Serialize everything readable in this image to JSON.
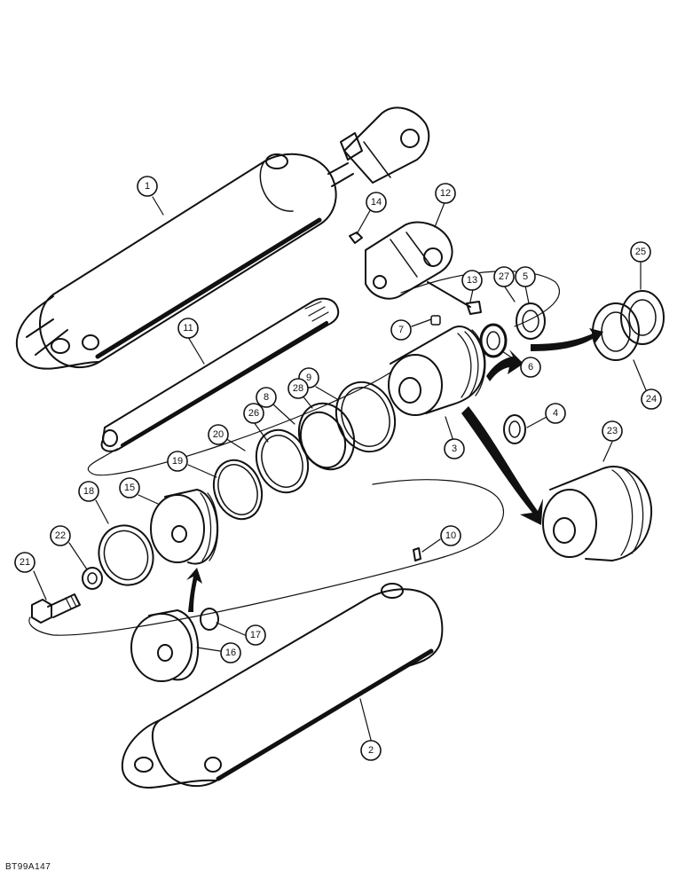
{
  "figure_code": "BT99A147",
  "callouts": [
    {
      "id": "c1",
      "label": "1"
    },
    {
      "id": "c2",
      "label": "2"
    },
    {
      "id": "c3",
      "label": "3"
    },
    {
      "id": "c4",
      "label": "4"
    },
    {
      "id": "c5",
      "label": "5"
    },
    {
      "id": "c6",
      "label": "6"
    },
    {
      "id": "c7",
      "label": "7"
    },
    {
      "id": "c8",
      "label": "8"
    },
    {
      "id": "c9",
      "label": "9"
    },
    {
      "id": "c10",
      "label": "10"
    },
    {
      "id": "c11",
      "label": "11"
    },
    {
      "id": "c12",
      "label": "12"
    },
    {
      "id": "c13",
      "label": "13"
    },
    {
      "id": "c14",
      "label": "14"
    },
    {
      "id": "c15",
      "label": "15"
    },
    {
      "id": "c16",
      "label": "16"
    },
    {
      "id": "c17",
      "label": "17"
    },
    {
      "id": "c18",
      "label": "18"
    },
    {
      "id": "c19",
      "label": "19"
    },
    {
      "id": "c20",
      "label": "20"
    },
    {
      "id": "c21",
      "label": "21"
    },
    {
      "id": "c22",
      "label": "22"
    },
    {
      "id": "c23",
      "label": "23"
    },
    {
      "id": "c24",
      "label": "24"
    },
    {
      "id": "c25",
      "label": "25"
    },
    {
      "id": "c26",
      "label": "26"
    },
    {
      "id": "c27",
      "label": "27"
    },
    {
      "id": "c28",
      "label": "28"
    }
  ]
}
